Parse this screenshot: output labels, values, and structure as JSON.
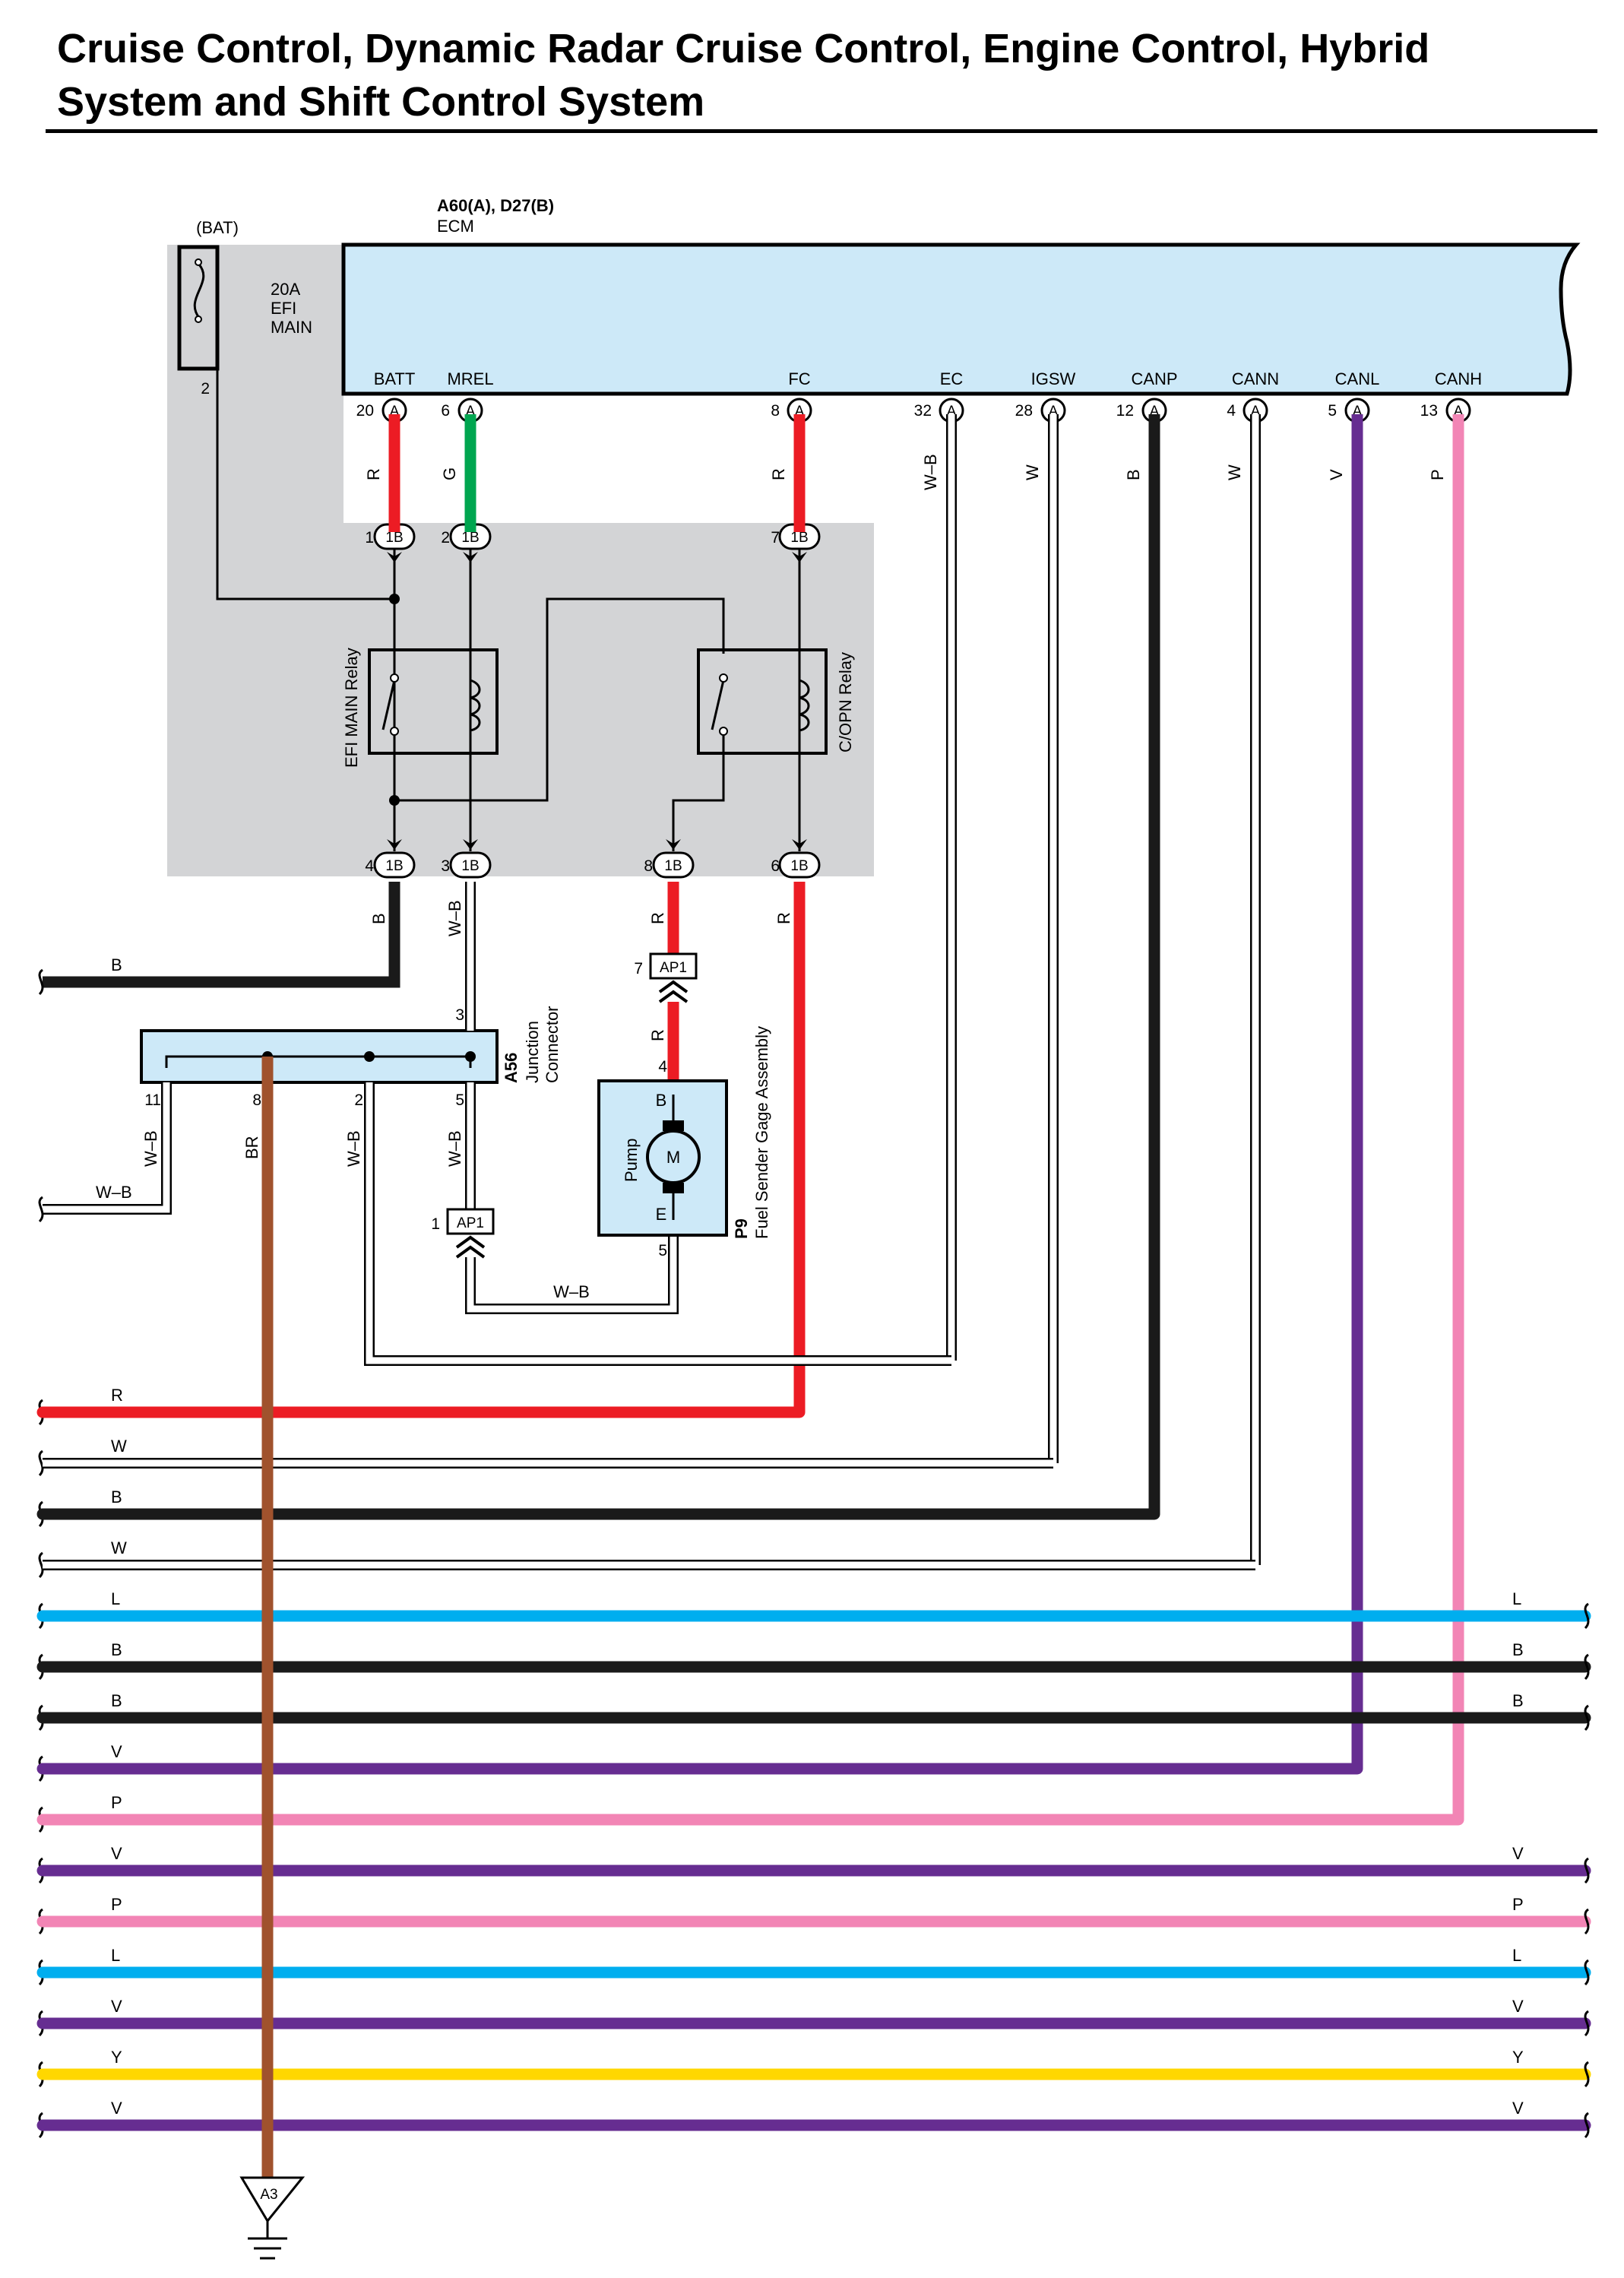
{
  "title": {
    "line1": "Cruise Control, Dynamic Radar Cruise Control, Engine Control, Hybrid",
    "line2": "System and Shift Control System"
  },
  "colors": {
    "ecm_fill": "#cde9f8",
    "shade": "#d3d4d6",
    "R": "#ec1c24",
    "G": "#00a650",
    "B": "#1a1a1a",
    "W": "#ffffff",
    "BR": "#a0522d",
    "L": "#00aeef",
    "V": "#662d91",
    "P": "#f285b5",
    "Y": "#ffd700"
  },
  "fuse": {
    "source": "(BAT)",
    "rating": "20A",
    "name1": "EFI",
    "name2": "MAIN",
    "pin": "2"
  },
  "ecm": {
    "connectors": "A60(A), D27(B)",
    "name": "ECM",
    "terminals": [
      {
        "label": "BATT",
        "pin": "20",
        "conn": "A",
        "wire": "R"
      },
      {
        "label": "MREL",
        "pin": "6",
        "conn": "A",
        "wire": "G"
      },
      {
        "label": "FC",
        "pin": "8",
        "conn": "A",
        "wire": "R"
      },
      {
        "label": "EC",
        "pin": "32",
        "conn": "A",
        "wire": "W–B"
      },
      {
        "label": "IGSW",
        "pin": "28",
        "conn": "A",
        "wire": "W"
      },
      {
        "label": "CANP",
        "pin": "12",
        "conn": "A",
        "wire": "B"
      },
      {
        "label": "CANN",
        "pin": "4",
        "conn": "A",
        "wire": "W"
      },
      {
        "label": "CANL",
        "pin": "5",
        "conn": "A",
        "wire": "V"
      },
      {
        "label": "CANH",
        "pin": "13",
        "conn": "A",
        "wire": "P"
      }
    ]
  },
  "relay_block": {
    "conn": "1B",
    "top_pins": [
      "1",
      "2",
      "7"
    ],
    "bottom_pins": [
      "4",
      "3",
      "8",
      "6"
    ],
    "relay1": "EFI MAIN Relay",
    "relay2": "C/OPN Relay"
  },
  "junction": {
    "id": "A56",
    "name1": "Junction",
    "name2": "Connector",
    "pins": [
      "3",
      "11",
      "8",
      "2",
      "5"
    ]
  },
  "pump": {
    "id": "P9",
    "name": "Fuel Sender Gage Assembly",
    "inner": "Pump",
    "motor": "M",
    "term_b": "B",
    "term_e": "E",
    "pin_b": "4",
    "pin_e": "5"
  },
  "ap1": {
    "name": "AP1",
    "pin_top": "7",
    "pin_bottom": "1"
  },
  "ground": "A3",
  "wire_labels": {
    "relay4_out": "B",
    "relay3_out": "W–B",
    "relay8_out": "R",
    "relay6_out": "R",
    "ap1_to_pump": "R",
    "j_left_horiz": "W–B",
    "j11": "W–B",
    "j8": "BR",
    "j2": "W–B",
    "j5": "W–B",
    "pump_gnd": "W–B"
  },
  "left_buses": [
    {
      "label": "R",
      "wire": "R",
      "right_label": ""
    },
    {
      "label": "W",
      "wire": "W",
      "right_label": ""
    },
    {
      "label": "B",
      "wire": "B",
      "right_label": ""
    },
    {
      "label": "W",
      "wire": "W",
      "right_label": ""
    },
    {
      "label": "L",
      "wire": "L",
      "right_label": "L"
    },
    {
      "label": "B",
      "wire": "B",
      "right_label": "B"
    },
    {
      "label": "B",
      "wire": "B",
      "right_label": "B"
    },
    {
      "label": "V",
      "wire": "V",
      "right_label": ""
    },
    {
      "label": "P",
      "wire": "P",
      "right_label": ""
    },
    {
      "label": "V",
      "wire": "V",
      "right_label": "V"
    },
    {
      "label": "P",
      "wire": "P",
      "right_label": "P"
    },
    {
      "label": "L",
      "wire": "L",
      "right_label": "L"
    },
    {
      "label": "V",
      "wire": "V",
      "right_label": "V"
    },
    {
      "label": "Y",
      "wire": "Y",
      "right_label": "Y"
    },
    {
      "label": "V",
      "wire": "V",
      "right_label": "V"
    }
  ]
}
